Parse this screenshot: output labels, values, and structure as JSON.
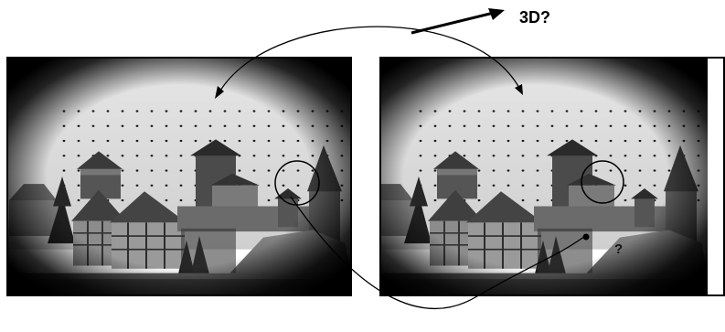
{
  "annotations": {
    "top_label": "3D?",
    "occlusion_mark": "?"
  },
  "images": [
    {
      "name": "left-view",
      "description_icon": "castle-photo"
    },
    {
      "name": "right-view",
      "description_icon": "castle-photo"
    }
  ],
  "colors": {
    "frame": "#000000",
    "sky": "#dcdcdc",
    "building_dark": "#4a4a4a",
    "roof": "#2e2e2e",
    "ground": "#6f6f6f"
  }
}
